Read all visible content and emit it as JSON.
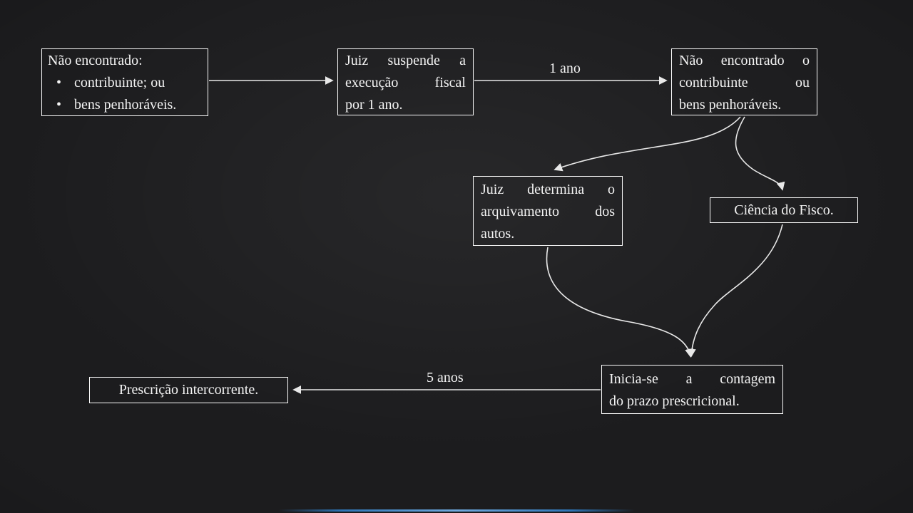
{
  "slide": {
    "background_color": "#1c1c1e",
    "box_border_color": "#fafafa",
    "text_color": "#f3f3f3",
    "arrow_color": "#e8e8e8",
    "accent_line_color": "#2e75b6"
  },
  "nodes": {
    "not_found_start": {
      "title": "Não encontrado:",
      "bullets": [
        "contribuinte; ou",
        "bens penhoráveis."
      ],
      "text": "Não encontrado: contribuinte; ou bens penhoráveis."
    },
    "judge_suspends": {
      "text": "Juiz suspende a execução fiscal por 1 ano.",
      "lines": [
        "Juiz suspende a",
        "execução fiscal",
        "por 1 ano."
      ]
    },
    "not_found_again": {
      "text": "Não encontrado o contribuinte ou bens penhoráveis.",
      "lines": [
        "Não encontrado o",
        "contribuinte ou",
        "bens penhoráveis."
      ]
    },
    "judge_archives": {
      "text": "Juiz determina o arquivamento dos autos.",
      "lines": [
        "Juiz determina o",
        "arquivamento dos",
        "autos."
      ]
    },
    "fisco_notice": {
      "text": "Ciência do Fisco."
    },
    "prescription_count": {
      "text": "Inicia-se a contagem do prazo prescricional.",
      "lines": [
        "Inicia-se a contagem",
        "do prazo prescricional."
      ]
    },
    "intercurrent_prescription": {
      "text": "Prescrição intercorrente."
    }
  },
  "edge_labels": {
    "one_year": "1 ano",
    "five_years": "5 anos"
  }
}
